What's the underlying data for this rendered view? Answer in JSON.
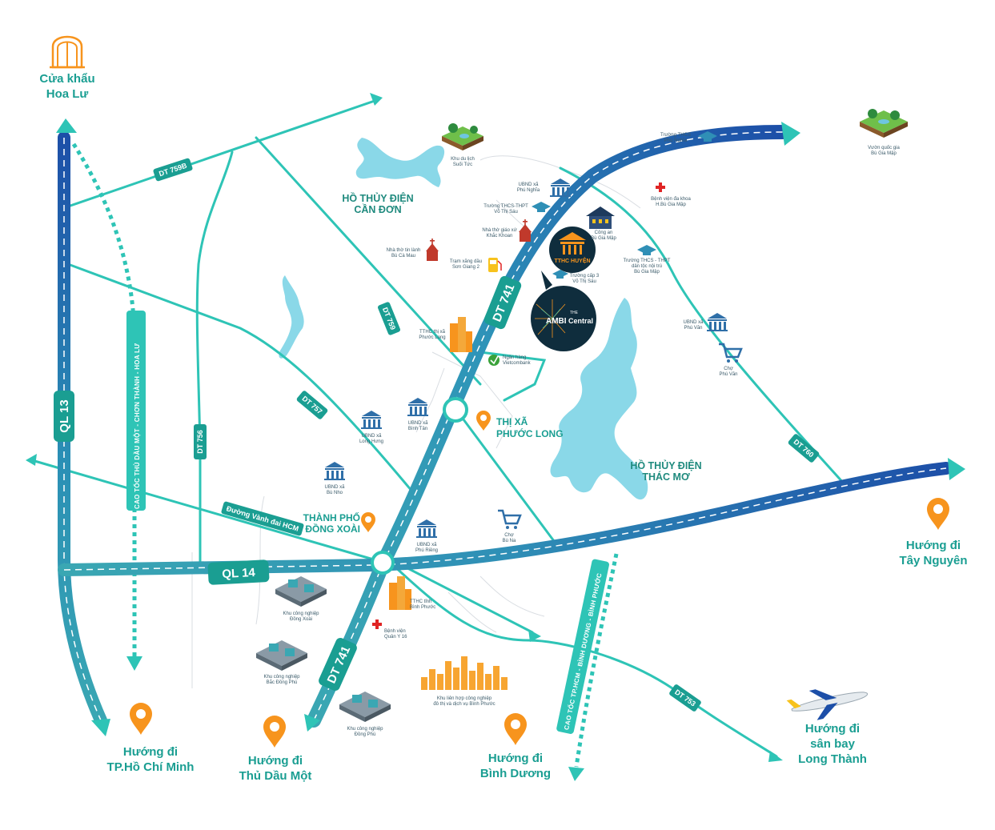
{
  "colors": {
    "teal": "#2ec4b6",
    "teal_dark": "#1a9e92",
    "blue_dark": "#1d4fa8",
    "orange": "#f7941d",
    "red": "#e02424",
    "lake": "#8ad8e8",
    "badge_bg": "#0f2d3d"
  },
  "destinations": {
    "hoa_lu": [
      "Cửa khẩu",
      "Hoa Lư"
    ],
    "hcm": [
      "Hướng đi",
      "TP.Hồ Chí Minh"
    ],
    "tdm": [
      "Hướng đi",
      "Thủ Dầu Một"
    ],
    "binh_duong": [
      "Hướng đi",
      "Bình Dương"
    ],
    "long_thanh": [
      "Hướng đi",
      "sân bay",
      "Long Thành"
    ],
    "tay_nguyen": [
      "Hướng đi",
      "Tây Nguyên"
    ]
  },
  "places": {
    "phuoc_long": [
      "THỊ XÃ",
      "PHƯỚC LONG"
    ],
    "dong_xoai": [
      "THÀNH PHỐ",
      "ĐỒNG XOÀI"
    ]
  },
  "lakes": {
    "can_don": [
      "HỒ THỦY ĐIỆN",
      "CẦN ĐƠN"
    ],
    "thac_mo": [
      "HỒ THỦY ĐIỆN",
      "THÁC MƠ"
    ]
  },
  "roads": {
    "ql13": "QL 13",
    "ql14": "QL 14",
    "dt741_north": "DT 741",
    "dt741_south": "DT 741",
    "dt759b": "DT 759B",
    "dt759": "DT 759",
    "dt757": "DT 757",
    "dt756": "DT 756",
    "dt760": "DT 760",
    "dt753": "DT 753",
    "vanh_dai": "Đường Vành đai HCM",
    "cao_toc_left": "CAO TỐC THỦ DẦU MỘT - CHƠN THÀNH - HOA LƯ",
    "cao_toc_right": "CAO TỐC TP.HCM - BÌNH DƯƠNG - BÌNH PHƯỚC"
  },
  "pois": {
    "khu_du_lich": [
      "Khu du lịch",
      "Suối Tức"
    ],
    "vuon_quoc_gia": [
      "Vườn quốc gia",
      "Bù Gia Mập"
    ],
    "truong_thcs_phu_nghia": [
      "Trường THCS",
      "Phú Nghĩa"
    ],
    "ubnd_phu_nghia": [
      "UBND xã",
      "Phú Nghĩa"
    ],
    "thcs_thpt_vts": [
      "Trường THCS-THPT",
      "Võ Thị Sáu"
    ],
    "benh_vien_bgm": [
      "Bệnh viện đa khoa",
      "H.Bù Gia Mập"
    ],
    "nha_tho_khac_khoan": [
      "Nhà thờ giáo xứ",
      "Khắc Khoan"
    ],
    "cong_an": [
      "Công an",
      "Bù Gia Mập"
    ],
    "nha_tho_bu_ca_mau": [
      "Nhà thờ tin lành",
      "Bù Cà Mau"
    ],
    "tram_xang": [
      "Trạm xăng dầu",
      "Sơn Giang 2"
    ],
    "cap3_vts": [
      "Trường cấp 3",
      "Võ Thị Sáu"
    ],
    "thpt_noi_tru": [
      "Trường THCS - THPT",
      "dân tộc nội trú",
      "Bù Gia Mập"
    ],
    "ubnd_phu_van": [
      "UBND xã",
      "Phú Văn"
    ],
    "cho_phu_van": [
      "Chợ",
      "Phú Văn"
    ],
    "ttdc_phuoc_long": [
      "TTHC thị xã",
      "Phước Long"
    ],
    "vietcombank": [
      "Ngân hàng",
      "Vietcombank"
    ],
    "ubnd_long_hung": [
      "UBND xã",
      "Long Hưng"
    ],
    "ubnd_binh_tan": [
      "UBND xã",
      "Bình Tân"
    ],
    "ubnd_bu_nho": [
      "UBND xã",
      "Bù Nho"
    ],
    "ubnd_phu_rieng": [
      "UBND xã",
      "Phú Riềng"
    ],
    "cho_bu_na": [
      "Chợ",
      "Bù Na"
    ],
    "kcn_dong_xoai": [
      "Khu công nghiệp",
      "Đồng Xoài"
    ],
    "kcn_bac_dong_phu": [
      "Khu công nghiệp",
      "Bắc Đồng Phú"
    ],
    "kcn_dong_phu": [
      "Khu công nghiệp",
      "Đồng Phú"
    ],
    "ttdc_binh_phuoc": [
      "TTHC tỉnh",
      "Bình Phước"
    ],
    "benh_vien_qy16": [
      "Bệnh viện",
      "Quân Y 16"
    ],
    "khu_lien_hop": [
      "Khu liên hợp công nghiệp",
      "đô thị và dịch vụ Bình Phước"
    ]
  },
  "landmarks": {
    "tthc_huyen": "TTHC HUYỆN",
    "project_the": "THE",
    "project_name": "AMBI",
    "project_sub": "Central"
  }
}
